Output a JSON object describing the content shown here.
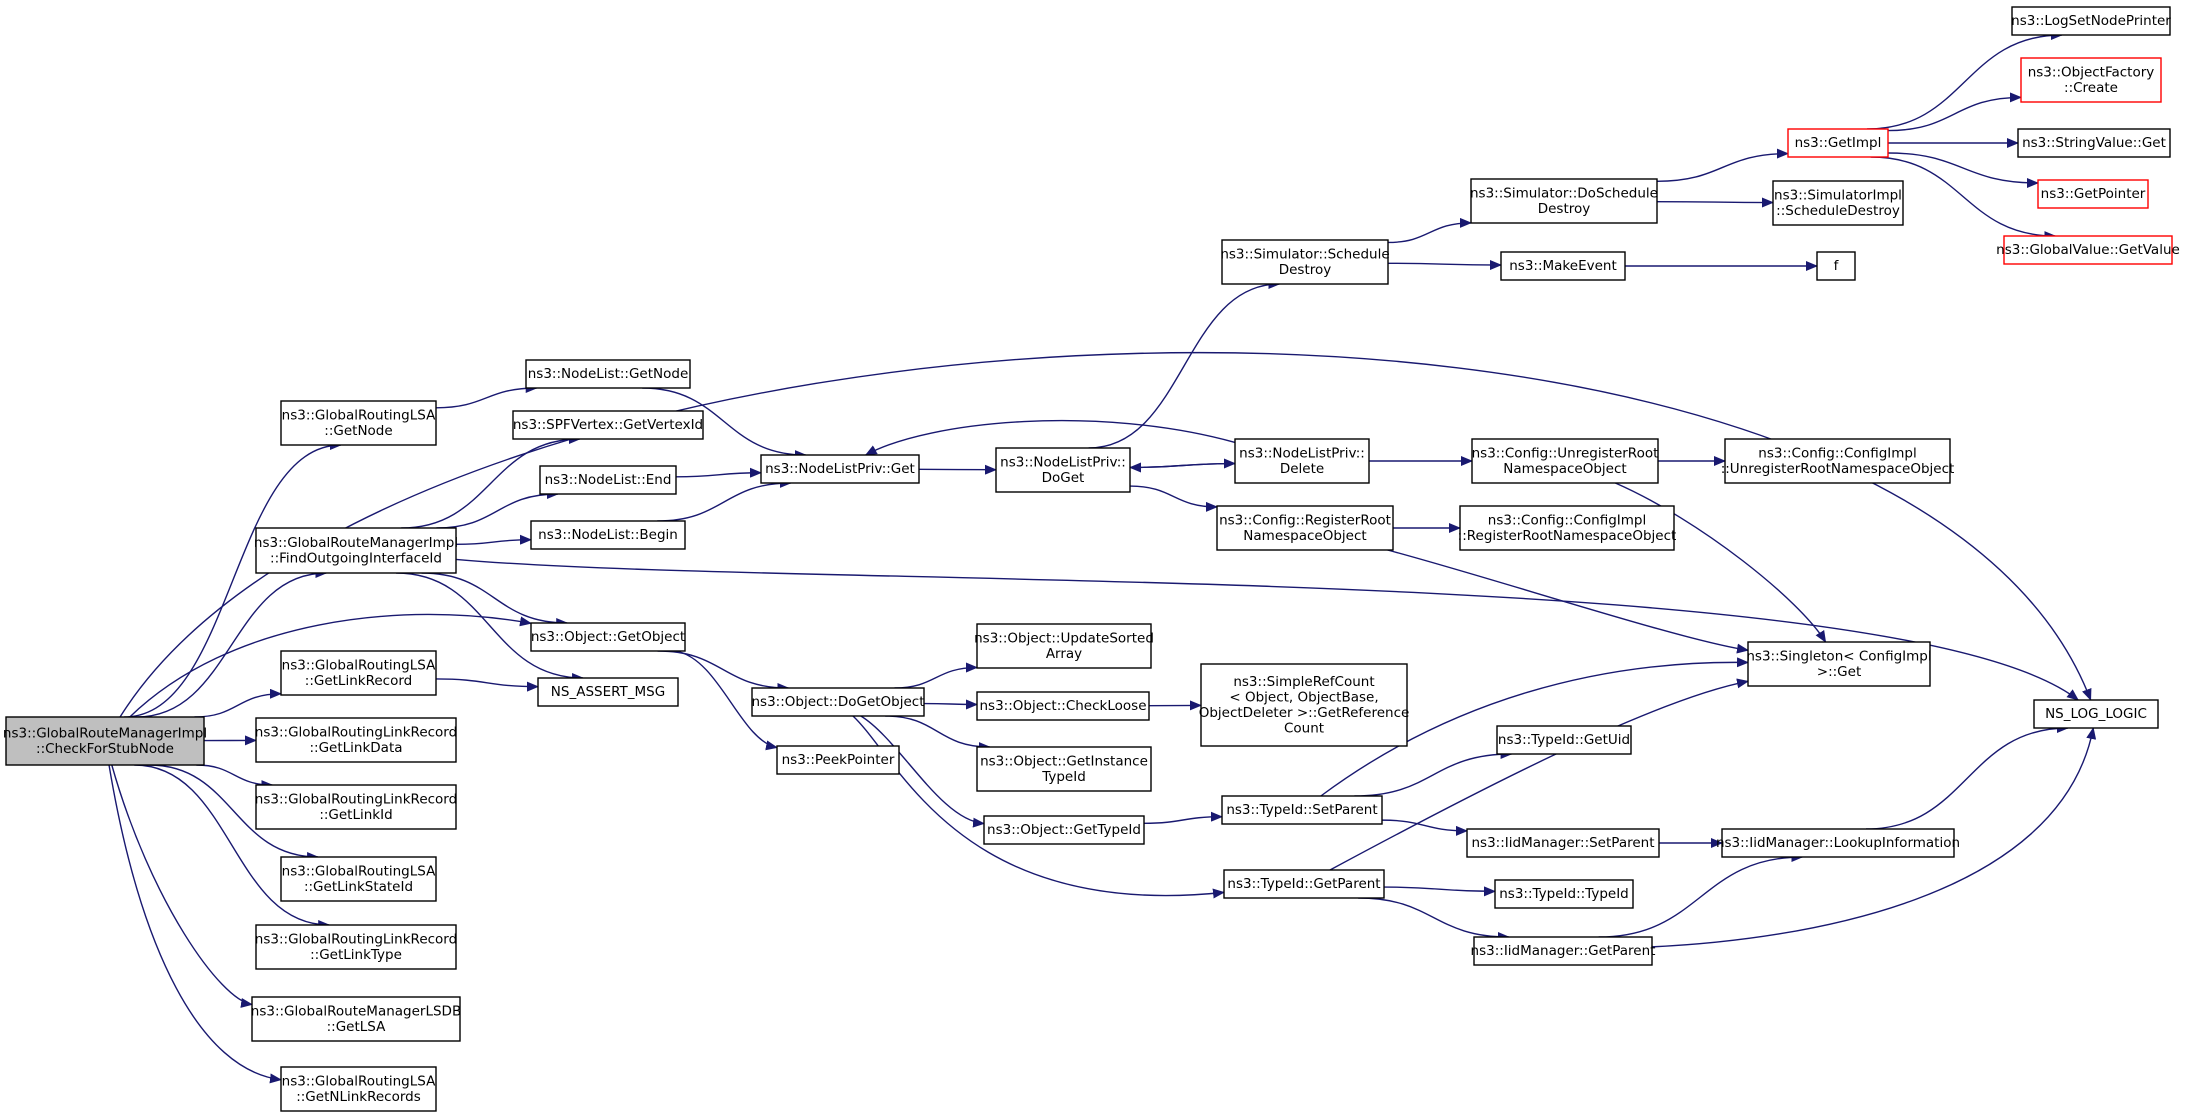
{
  "colors": {
    "edge": "#191970",
    "node_border": "#000000",
    "truncated_border": "#ff0000",
    "root_fill": "#bfbfbf",
    "node_fill": "#ffffff",
    "text": "#000000"
  },
  "nodes": [
    {
      "id": "root",
      "lines": [
        "ns3::GlobalRouteManagerImpl",
        "::CheckForStubNode"
      ],
      "root": true
    },
    {
      "id": "n_glsa_getnode",
      "lines": [
        "ns3::GlobalRoutingLSA",
        "::GetNode"
      ]
    },
    {
      "id": "n_nodelist_getnode",
      "lines": [
        "ns3::NodeList::GetNode"
      ]
    },
    {
      "id": "n_spf_getvertexid",
      "lines": [
        "ns3::SPFVertex::GetVertexId"
      ]
    },
    {
      "id": "n_nodelist_end",
      "lines": [
        "ns3::NodeList::End"
      ]
    },
    {
      "id": "n_nodelist_begin",
      "lines": [
        "ns3::NodeList::Begin"
      ]
    },
    {
      "id": "n_findoutgoing",
      "lines": [
        "ns3::GlobalRouteManagerImpl",
        "::FindOutgoingInterfaceId"
      ]
    },
    {
      "id": "n_object_getobject",
      "lines": [
        "ns3::Object::GetObject"
      ]
    },
    {
      "id": "n_assert",
      "lines": [
        "NS_ASSERT_MSG"
      ]
    },
    {
      "id": "n_glsa_getlinkrecord",
      "lines": [
        "ns3::GlobalRoutingLSA",
        "::GetLinkRecord"
      ]
    },
    {
      "id": "n_glr_getlinkdata",
      "lines": [
        "ns3::GlobalRoutingLinkRecord",
        "::GetLinkData"
      ]
    },
    {
      "id": "n_glr_getlinkid",
      "lines": [
        "ns3::GlobalRoutingLinkRecord",
        "::GetLinkId"
      ]
    },
    {
      "id": "n_glsa_getlinkstateid",
      "lines": [
        "ns3::GlobalRoutingLSA",
        "::GetLinkStateId"
      ]
    },
    {
      "id": "n_glr_getlinktype",
      "lines": [
        "ns3::GlobalRoutingLinkRecord",
        "::GetLinkType"
      ]
    },
    {
      "id": "n_lsdb_getlsa",
      "lines": [
        "ns3::GlobalRouteManagerLSDB",
        "::GetLSA"
      ]
    },
    {
      "id": "n_glsa_getnlinkrecords",
      "lines": [
        "ns3::GlobalRoutingLSA",
        "::GetNLinkRecords"
      ]
    },
    {
      "id": "n_nlp_get",
      "lines": [
        "ns3::NodeListPriv::Get"
      ]
    },
    {
      "id": "n_nlp_doget",
      "lines": [
        "ns3::NodeListPriv::",
        "DoGet"
      ]
    },
    {
      "id": "n_nlp_delete",
      "lines": [
        "ns3::NodeListPriv::",
        "Delete"
      ]
    },
    {
      "id": "n_sim_scheduledestroy",
      "lines": [
        "ns3::Simulator::Schedule",
        "Destroy"
      ]
    },
    {
      "id": "n_sim_doscheduledestroy",
      "lines": [
        "ns3::Simulator::DoSchedule",
        "Destroy"
      ]
    },
    {
      "id": "n_makeevent",
      "lines": [
        "ns3::MakeEvent"
      ]
    },
    {
      "id": "n_f",
      "lines": [
        "f"
      ]
    },
    {
      "id": "n_getimpl",
      "lines": [
        "ns3::GetImpl"
      ],
      "truncated": true
    },
    {
      "id": "n_simimpl_scheduledestroy",
      "lines": [
        "ns3::SimulatorImpl",
        "::ScheduleDestroy"
      ]
    },
    {
      "id": "n_logsetnodeprinter",
      "lines": [
        "ns3::LogSetNodePrinter"
      ]
    },
    {
      "id": "n_objfactory_create",
      "lines": [
        "ns3::ObjectFactory",
        "::Create"
      ],
      "truncated": true
    },
    {
      "id": "n_stringvalue_get",
      "lines": [
        "ns3::StringValue::Get"
      ]
    },
    {
      "id": "n_getpointer",
      "lines": [
        "ns3::GetPointer"
      ],
      "truncated": true
    },
    {
      "id": "n_globalvalue_getvalue",
      "lines": [
        "ns3::GlobalValue::GetValue"
      ],
      "truncated": true
    },
    {
      "id": "n_cfg_unregister",
      "lines": [
        "ns3::Config::UnregisterRoot",
        "NamespaceObject"
      ]
    },
    {
      "id": "n_cfgimpl_unregister",
      "lines": [
        "ns3::Config::ConfigImpl",
        "::UnregisterRootNamespaceObject"
      ]
    },
    {
      "id": "n_cfg_register",
      "lines": [
        "ns3::Config::RegisterRoot",
        "NamespaceObject"
      ]
    },
    {
      "id": "n_cfgimpl_register",
      "lines": [
        "ns3::Config::ConfigImpl",
        "::RegisterRootNamespaceObject"
      ]
    },
    {
      "id": "n_singleton_get",
      "lines": [
        "ns3::Singleton< ConfigImpl",
        " >::Get"
      ]
    },
    {
      "id": "n_ns_log_logic",
      "lines": [
        "NS_LOG_LOGIC"
      ]
    },
    {
      "id": "n_obj_dogetobject",
      "lines": [
        "ns3::Object::DoGetObject"
      ]
    },
    {
      "id": "n_peekpointer",
      "lines": [
        "ns3::PeekPointer"
      ]
    },
    {
      "id": "n_obj_updatesorted",
      "lines": [
        "ns3::Object::UpdateSorted",
        "Array"
      ]
    },
    {
      "id": "n_obj_checkloose",
      "lines": [
        "ns3::Object::CheckLoose"
      ]
    },
    {
      "id": "n_simplerefcount",
      "lines": [
        "ns3::SimpleRefCount",
        "< Object, ObjectBase,",
        "ObjectDeleter >::GetReference",
        "Count"
      ]
    },
    {
      "id": "n_obj_getinstancetypeid",
      "lines": [
        "ns3::Object::GetInstance",
        "TypeId"
      ]
    },
    {
      "id": "n_obj_gettypeid",
      "lines": [
        "ns3::Object::GetTypeId"
      ]
    },
    {
      "id": "n_typeid_setparent",
      "lines": [
        "ns3::TypeId::SetParent"
      ]
    },
    {
      "id": "n_typeid_getuid",
      "lines": [
        "ns3::TypeId::GetUid"
      ]
    },
    {
      "id": "n_iid_setparent",
      "lines": [
        "ns3::IidManager::SetParent"
      ]
    },
    {
      "id": "n_iid_lookupinfo",
      "lines": [
        "ns3::IidManager::LookupInformation"
      ]
    },
    {
      "id": "n_typeid_getparent",
      "lines": [
        "ns3::TypeId::GetParent"
      ]
    },
    {
      "id": "n_typeid_typeid",
      "lines": [
        "ns3::TypeId::TypeId"
      ]
    },
    {
      "id": "n_iid_getparent",
      "lines": [
        "ns3::IidManager::GetParent"
      ]
    }
  ],
  "edges": [
    {
      "from": "root",
      "to": "n_glsa_getnode"
    },
    {
      "from": "root",
      "to": "n_findoutgoing"
    },
    {
      "from": "root",
      "to": "n_object_getobject"
    },
    {
      "from": "root",
      "to": "n_glsa_getlinkrecord"
    },
    {
      "from": "root",
      "to": "n_glr_getlinkdata"
    },
    {
      "from": "root",
      "to": "n_glr_getlinkid"
    },
    {
      "from": "root",
      "to": "n_glsa_getlinkstateid"
    },
    {
      "from": "root",
      "to": "n_glr_getlinktype"
    },
    {
      "from": "root",
      "to": "n_lsdb_getlsa"
    },
    {
      "from": "root",
      "to": "n_glsa_getnlinkrecords"
    },
    {
      "from": "root",
      "to": "n_ns_log_logic"
    },
    {
      "from": "n_glsa_getnode",
      "to": "n_nodelist_getnode"
    },
    {
      "from": "n_nodelist_getnode",
      "to": "n_nlp_get"
    },
    {
      "from": "n_findoutgoing",
      "to": "n_spf_getvertexid"
    },
    {
      "from": "n_findoutgoing",
      "to": "n_nodelist_end"
    },
    {
      "from": "n_findoutgoing",
      "to": "n_nodelist_begin"
    },
    {
      "from": "n_findoutgoing",
      "to": "n_object_getobject"
    },
    {
      "from": "n_findoutgoing",
      "to": "n_assert"
    },
    {
      "from": "n_findoutgoing",
      "to": "n_ns_log_logic"
    },
    {
      "from": "n_nodelist_end",
      "to": "n_nlp_get"
    },
    {
      "from": "n_nodelist_begin",
      "to": "n_nlp_get"
    },
    {
      "from": "n_glsa_getlinkrecord",
      "to": "n_assert"
    },
    {
      "from": "n_object_getobject",
      "to": "n_obj_dogetobject"
    },
    {
      "from": "n_object_getobject",
      "to": "n_peekpointer"
    },
    {
      "from": "n_nlp_get",
      "to": "n_nlp_doget"
    },
    {
      "from": "n_nlp_doget",
      "to": "n_sim_scheduledestroy"
    },
    {
      "from": "n_nlp_doget",
      "to": "n_nlp_delete"
    },
    {
      "from": "n_nlp_doget",
      "to": "n_cfg_register"
    },
    {
      "from": "n_nlp_delete",
      "to": "n_nlp_doget"
    },
    {
      "from": "n_nlp_delete",
      "to": "n_nlp_get"
    },
    {
      "from": "n_nlp_delete",
      "to": "n_cfg_unregister"
    },
    {
      "from": "n_sim_scheduledestroy",
      "to": "n_sim_doscheduledestroy"
    },
    {
      "from": "n_sim_scheduledestroy",
      "to": "n_makeevent"
    },
    {
      "from": "n_sim_doscheduledestroy",
      "to": "n_getimpl"
    },
    {
      "from": "n_sim_doscheduledestroy",
      "to": "n_simimpl_scheduledestroy"
    },
    {
      "from": "n_makeevent",
      "to": "n_f"
    },
    {
      "from": "n_getimpl",
      "to": "n_logsetnodeprinter"
    },
    {
      "from": "n_getimpl",
      "to": "n_objfactory_create"
    },
    {
      "from": "n_getimpl",
      "to": "n_stringvalue_get"
    },
    {
      "from": "n_getimpl",
      "to": "n_getpointer"
    },
    {
      "from": "n_getimpl",
      "to": "n_globalvalue_getvalue"
    },
    {
      "from": "n_cfg_unregister",
      "to": "n_cfgimpl_unregister"
    },
    {
      "from": "n_cfg_unregister",
      "to": "n_singleton_get"
    },
    {
      "from": "n_cfg_register",
      "to": "n_cfgimpl_register"
    },
    {
      "from": "n_cfg_register",
      "to": "n_singleton_get"
    },
    {
      "from": "n_obj_dogetobject",
      "to": "n_obj_updatesorted"
    },
    {
      "from": "n_obj_dogetobject",
      "to": "n_obj_checkloose"
    },
    {
      "from": "n_obj_dogetobject",
      "to": "n_obj_getinstancetypeid"
    },
    {
      "from": "n_obj_dogetobject",
      "to": "n_obj_gettypeid"
    },
    {
      "from": "n_obj_dogetobject",
      "to": "n_typeid_getparent"
    },
    {
      "from": "n_obj_checkloose",
      "to": "n_simplerefcount"
    },
    {
      "from": "n_obj_gettypeid",
      "to": "n_typeid_setparent"
    },
    {
      "from": "n_typeid_setparent",
      "to": "n_singleton_get"
    },
    {
      "from": "n_typeid_setparent",
      "to": "n_typeid_getuid"
    },
    {
      "from": "n_typeid_setparent",
      "to": "n_iid_setparent"
    },
    {
      "from": "n_iid_setparent",
      "to": "n_iid_lookupinfo"
    },
    {
      "from": "n_iid_lookupinfo",
      "to": "n_ns_log_logic"
    },
    {
      "from": "n_typeid_getparent",
      "to": "n_singleton_get"
    },
    {
      "from": "n_typeid_getparent",
      "to": "n_typeid_typeid"
    },
    {
      "from": "n_typeid_getparent",
      "to": "n_iid_getparent"
    },
    {
      "from": "n_iid_getparent",
      "to": "n_iid_lookupinfo"
    },
    {
      "from": "n_iid_getparent",
      "to": "n_ns_log_logic"
    }
  ]
}
